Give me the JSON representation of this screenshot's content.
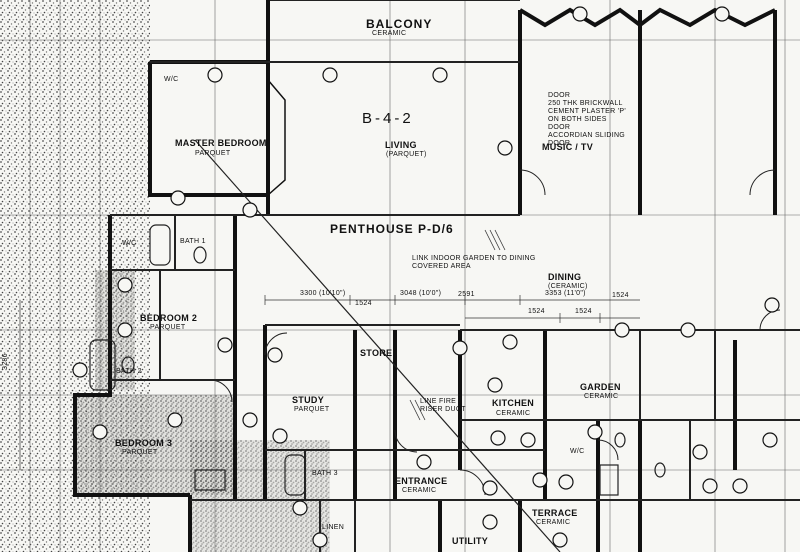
{
  "plan": {
    "unit_code": "B-4-2",
    "unit_name": "PENTHOUSE  P-D/6",
    "rooms": {
      "balcony": "BALCONY",
      "balcony_finish": "CERAMIC",
      "living": "LIVING",
      "living_finish": "(PARQUET)",
      "music_tv": "MUSIC / TV",
      "master_bedroom": "MASTER BEDROOM",
      "master_bedroom_finish": "PARQUET",
      "bedroom_2": "BEDROOM 2",
      "bedroom_2_finish": "PARQUET",
      "bedroom_3": "BEDROOM 3",
      "bedroom_3_finish": "PARQUET",
      "bath_1": "BATH 1",
      "bath_2": "BATH 2",
      "bath_3": "BATH 3",
      "wc_1": "W/C",
      "wc_2": "W/C",
      "study": "STUDY",
      "study_finish": "PARQUET",
      "store": "STORE",
      "kitchen": "KITCHEN",
      "kitchen_finish": "CERAMIC",
      "dining": "DINING",
      "dining_finish": "(CERAMIC)",
      "garden": "GARDEN",
      "garden_finish": "CERAMIC",
      "entrance": "ENTRANCE",
      "entrance_finish": "CERAMIC",
      "terrace": "TERRACE",
      "terrace_finish": "CERAMIC",
      "utility": "UTILITY",
      "linen": "LINEN",
      "wc_3": "W/C"
    },
    "notes": {
      "music_note": "DOOR\n250 THK BRICKWALL\nCEMENT PLASTER 'P'\nON BOTH SIDES\nDOOR\nACCORDIAN SLIDING\nDOOR",
      "link_note": "LINK INDOOR GARDEN TO DINING\nCOVERED AREA",
      "pipe_note": "LINE FIRE\nRISER DUCT"
    },
    "dimensions": {
      "d1": "3048 (10'0\")",
      "d2": "3300 (10'10\")",
      "d3": "1524",
      "d4": "2591",
      "d5": "3353 (11'0\")",
      "d6": "1524",
      "d7": "1524",
      "d8": "1524",
      "d9": "3286"
    }
  }
}
